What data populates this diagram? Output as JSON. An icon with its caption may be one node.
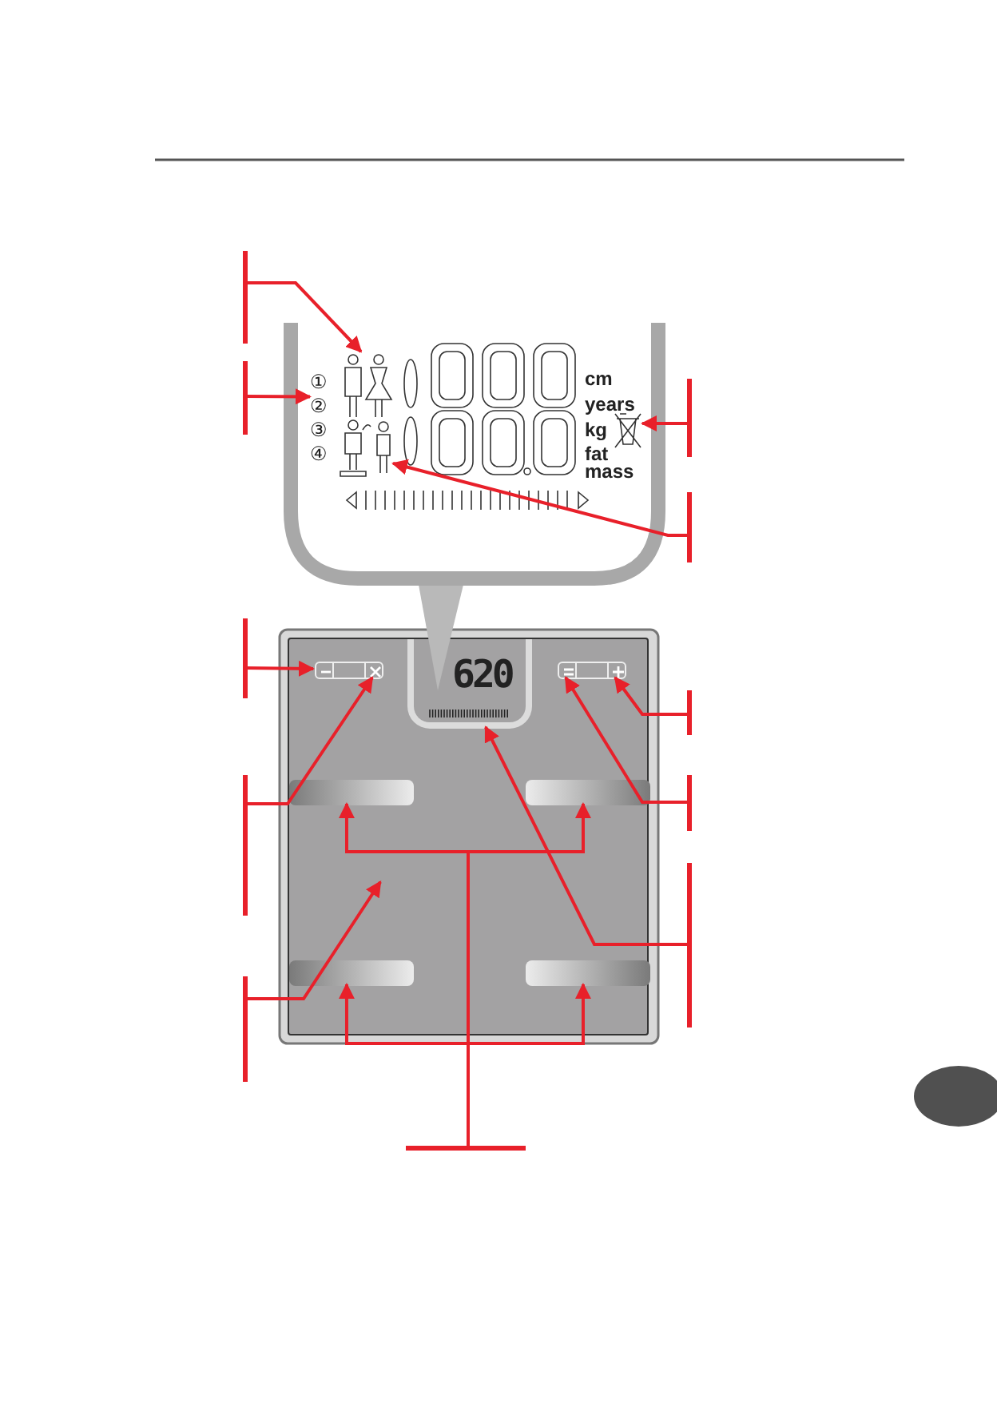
{
  "diagram": {
    "nodes": [
      {
        "text": [],
        "shape": "bar"
      },
      {
        "text": [],
        "shape": "bar"
      },
      {
        "text": [],
        "shape": "bar"
      },
      {
        "text": [],
        "shape": "bar"
      },
      {
        "text": [],
        "shape": "bar"
      },
      {
        "text": [],
        "shape": "bar"
      },
      {
        "text": [],
        "shape": "bar"
      },
      {
        "text": [],
        "shape": "bar"
      },
      {
        "text": [],
        "shape": "bar"
      },
      {
        "text": [],
        "shape": "bar"
      },
      {
        "text": [],
        "shape": "bar"
      },
      {
        "text": [],
        "shape": "picture"
      },
      {
        "text": [
          "①",
          "②",
          "③",
          "④"
        ]
      },
      {
        "text": [],
        "shape": "picture"
      },
      {
        "text": [],
        "shape": "picture"
      },
      {
        "text": [],
        "shape": "box"
      },
      {
        "text": [],
        "shape": "box",
        "in": 15
      },
      {
        "text": [],
        "shape": "box",
        "in": 15
      },
      {
        "text": [
          "620"
        ],
        "in": 15
      },
      {
        "text": [],
        "shape": "box",
        "in": 15
      },
      {
        "text": [],
        "shape": "box",
        "in": 15
      },
      {
        "text": [],
        "shape": "bar",
        "in": 15
      },
      {
        "text": [],
        "shape": "bar",
        "in": 15
      },
      {
        "text": [],
        "shape": "bar",
        "in": 15
      },
      {
        "text": [],
        "shape": "bar",
        "in": 15
      }
    ],
    "edges": [
      {
        "from": 0,
        "to": 11,
        "arrow": "to"
      },
      {
        "from": 1,
        "to": 12,
        "arrow": "to"
      },
      {
        "from": 2,
        "to": 16,
        "arrow": "to"
      },
      {
        "from": 3,
        "to": 17,
        "arrow": "to"
      },
      {
        "from": 4,
        "to": 15,
        "arrow": "to"
      },
      {
        "from": 5,
        "to": 13,
        "arrow": "to"
      },
      {
        "from": 6,
        "to": 14,
        "arrow": "to"
      },
      {
        "from": 7,
        "to": 20,
        "arrow": "to"
      },
      {
        "from": 8,
        "to": 19,
        "arrow": "to"
      },
      {
        "from": 9,
        "to": 18,
        "arrow": "to"
      },
      {
        "from": 10,
        "to": 21,
        "arrow": "to"
      },
      {
        "from": 10,
        "to": 22,
        "arrow": "to"
      },
      {
        "from": 10,
        "to": 23,
        "arrow": "to"
      },
      {
        "from": 10,
        "to": 24,
        "arrow": "to"
      }
    ],
    "labels": [
      "cm",
      "years",
      "kg",
      "fat mass"
    ]
  }
}
